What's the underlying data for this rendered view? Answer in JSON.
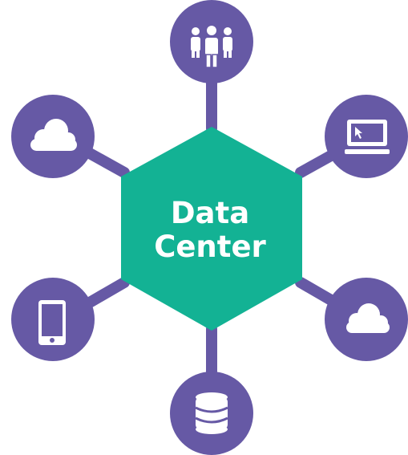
{
  "diagram": {
    "hub": {
      "label_line1": "Data",
      "label_line2": "Center"
    },
    "nodes": [
      {
        "id": "users",
        "icon": "users-icon"
      },
      {
        "id": "computer",
        "icon": "computer-icon"
      },
      {
        "id": "cloud-right",
        "icon": "cloud-icon"
      },
      {
        "id": "database",
        "icon": "database-icon"
      },
      {
        "id": "mobile",
        "icon": "mobile-phone-icon"
      },
      {
        "id": "cloud-left",
        "icon": "cloud-icon"
      }
    ],
    "colors": {
      "hub": "#13b294",
      "node": "#6659a5",
      "connector": "#6659a5",
      "icon": "#ffffff"
    }
  }
}
